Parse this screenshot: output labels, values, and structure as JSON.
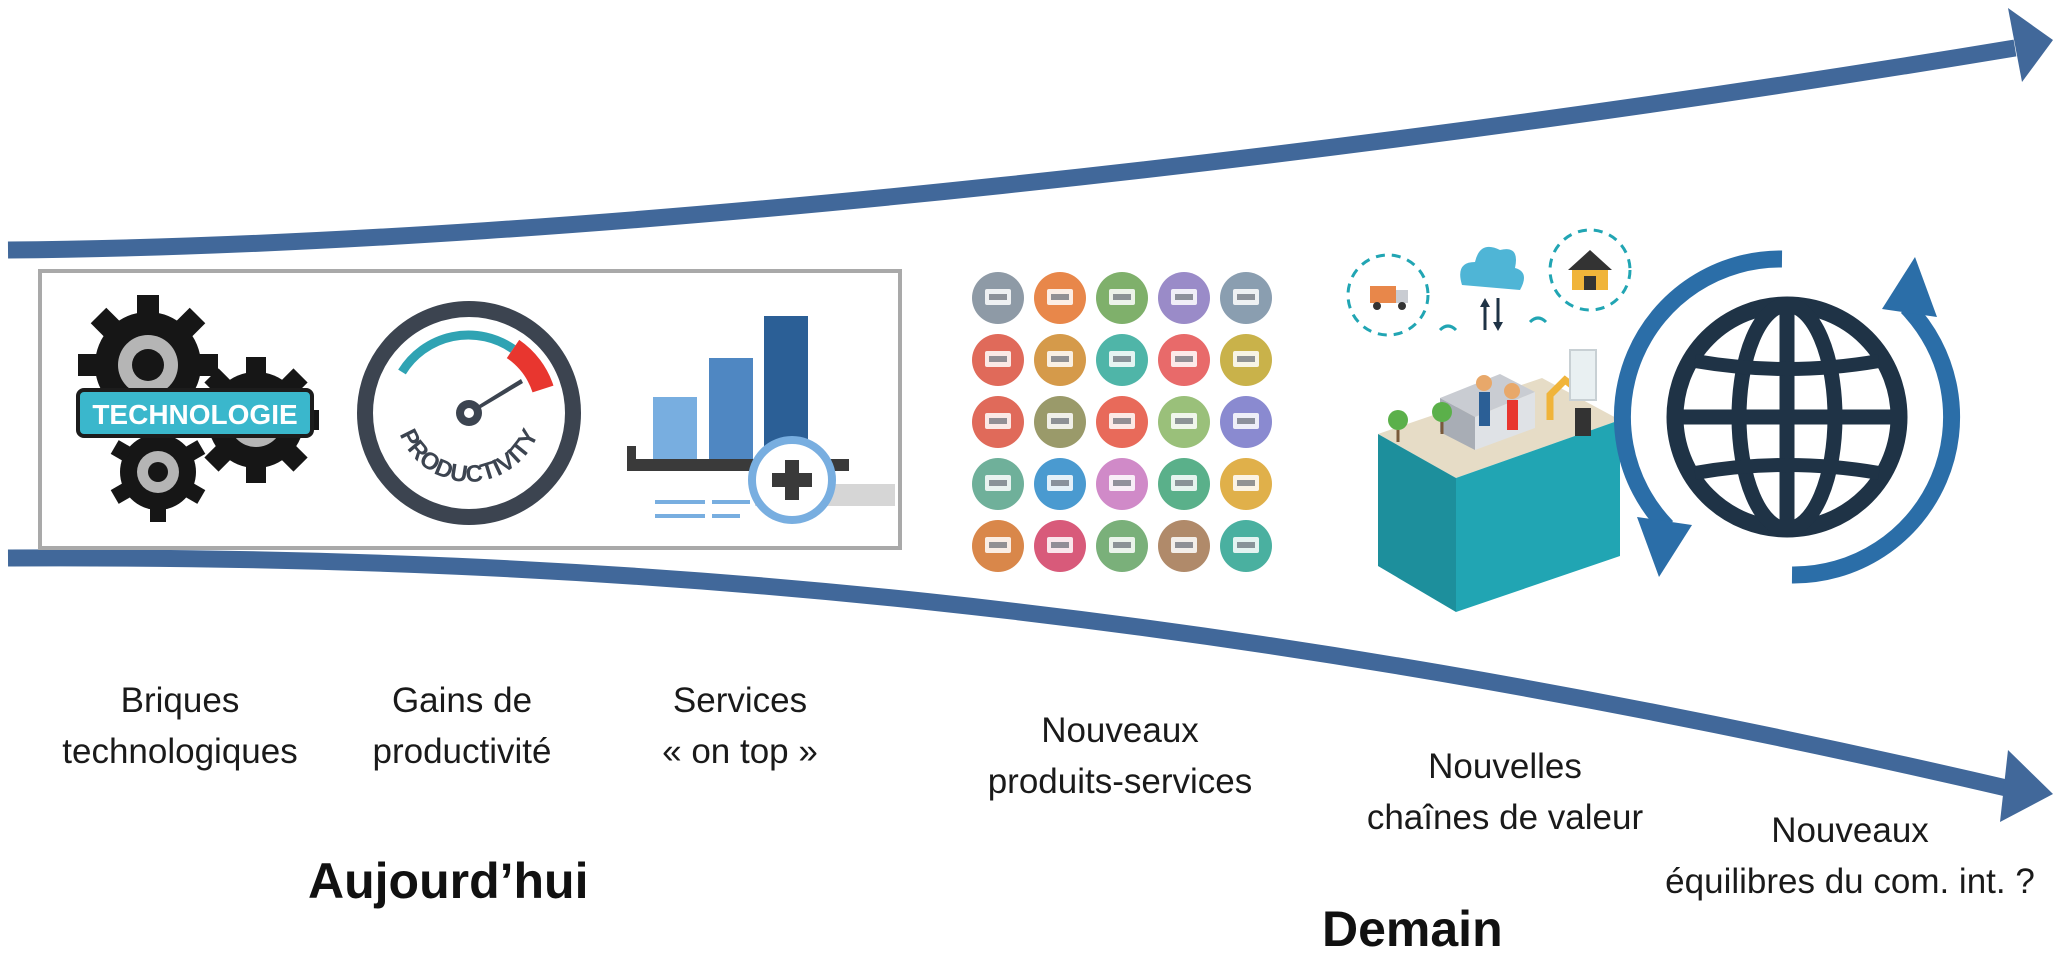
{
  "colors": {
    "arrow": "#41689a",
    "frame": "#a9a9a9",
    "gear": "#161616",
    "gauge_dark": "#3c4450",
    "gauge_teal": "#2fa3b3",
    "gauge_red": "#e8362f",
    "chart_blue": "#2b5f96",
    "chart_light": "#78aee0",
    "globe_dark": "#1f3346",
    "globe_arrow": "#2b6ea8",
    "cube_teal": "#21a5b3",
    "cube_top": "#e6dcc6"
  },
  "left_group": {
    "gear_badge": "TECHNOLOGIE",
    "gauge_text": "PRODUCTIVITY"
  },
  "icons": [
    {
      "name": "gears-icon",
      "caption": [
        "Briques",
        "technologiques"
      ]
    },
    {
      "name": "productivity-gauge-icon",
      "caption": [
        "Gains de",
        "productivité"
      ]
    },
    {
      "name": "bar-chart-plus-icon",
      "caption": [
        "Services",
        "« on top »"
      ]
    },
    {
      "name": "product-service-icon-grid",
      "caption": [
        "Nouveaux",
        "produits-services"
      ]
    },
    {
      "name": "connected-factory-icon",
      "caption": [
        "Nouvelles",
        "chaînes de valeur"
      ]
    },
    {
      "name": "globe-rotation-icon",
      "caption": [
        "Nouveaux",
        "équilibres du com. int. ?"
      ]
    }
  ],
  "periods": {
    "today": "Aujourd’hui",
    "tomorrow": "Demain"
  },
  "grid_icon_colors": [
    [
      "#8e9aa6",
      "#e8874a",
      "#7fb06b",
      "#9a8bc8",
      "#8a9eb0"
    ],
    [
      "#e06a5a",
      "#d59a4a",
      "#4fb5a8",
      "#e86a6a",
      "#c9b24a"
    ],
    [
      "#e06a5a",
      "#9a9a6a",
      "#e86a5a",
      "#9ac07a",
      "#8a8ad0"
    ],
    [
      "#6fb09a",
      "#4a9ad0",
      "#d08ac8",
      "#5ab08a",
      "#e0b04a"
    ],
    [
      "#d9874a",
      "#d85a7a",
      "#7ab07a",
      "#b08a6a",
      "#4ab0a0"
    ]
  ]
}
